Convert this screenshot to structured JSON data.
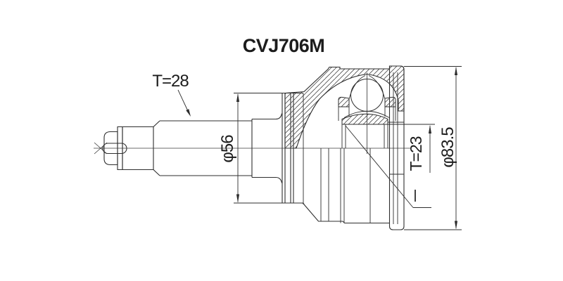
{
  "drawing": {
    "title": "CVJ706M",
    "labels": {
      "outer_spline_teeth": "T=28",
      "boot_seat_diameter": "φ56",
      "inner_spline_teeth": "T=23",
      "outer_diameter": "φ83.5"
    },
    "colors": {
      "line": "#2e2e2e",
      "hatch": "#4a4a4a",
      "background": "#ffffff"
    }
  }
}
